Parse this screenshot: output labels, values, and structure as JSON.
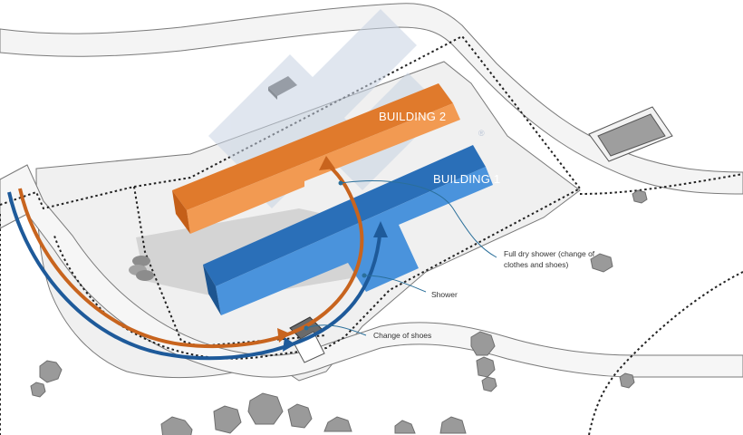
{
  "labels": {
    "building2": "BUILDING 2",
    "building1": "BUILDING 1",
    "shower_full_line1": "Full dry shower (change of",
    "shower_full_line2": "clothes and shoes)",
    "shower": "Shower",
    "change_of_shoes": "Change of shoes",
    "registered_mark": "®"
  },
  "colors": {
    "building2_top": "#e07a2c",
    "building2_front": "#f29a52",
    "building1_top": "#2a6fb8",
    "building1_front": "#4a93dc",
    "route_orange": "#c8641e",
    "route_blue": "#1e5a9a",
    "ground": "#f0f0f0",
    "road": "#f4f4f4",
    "tree": "#9a9a9a"
  },
  "icons": {
    "watermark": "logo-watermark",
    "trees": "tree-cluster-icon",
    "silos": "silo-icon"
  }
}
